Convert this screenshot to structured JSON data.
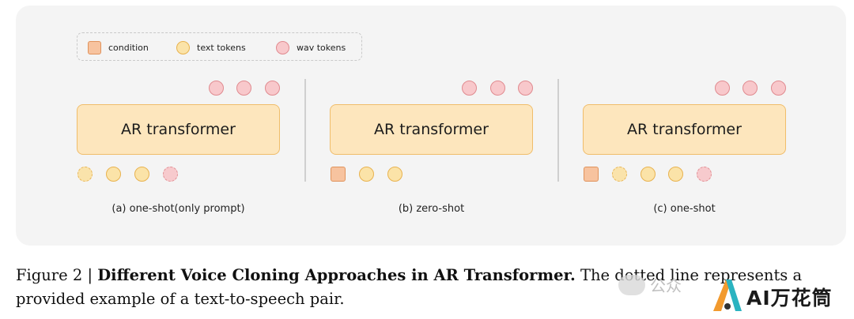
{
  "legend": {
    "condition": "condition",
    "text_tokens": "text tokens",
    "wav_tokens": "wav tokens"
  },
  "panels": [
    {
      "block_label": "AR transformer",
      "caption": "(a) one-shot(only prompt)"
    },
    {
      "block_label": "AR transformer",
      "caption": "(b) zero-shot"
    },
    {
      "block_label": "AR transformer",
      "caption": "(c) one-shot"
    }
  ],
  "figure_caption": {
    "prefix": "Figure 2 | ",
    "title": "Different Voice Cloning Approaches in AR Transformer.",
    "body": " The dotted line represents a provided example of a text-to-speech pair."
  },
  "watermark": {
    "text": "公众",
    "logo_text": "AI万花筒"
  },
  "colors": {
    "condition_fill": "#f7c39f",
    "text_token_fill": "#fbe3a8",
    "wav_token_fill": "#f8c8cb",
    "transformer_fill": "#fde6bd",
    "panel_bg": "#f4f4f4"
  }
}
